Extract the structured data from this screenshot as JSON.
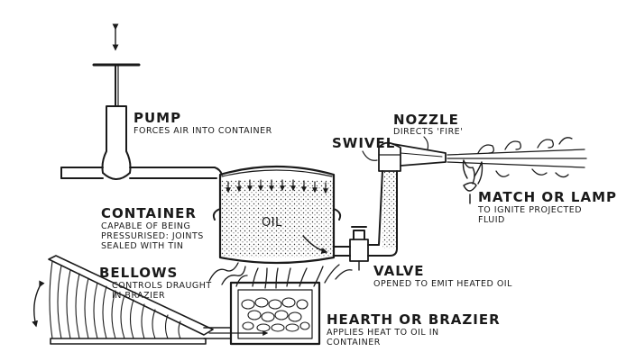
{
  "labels": {
    "pump": {
      "title": "PUMP",
      "desc": [
        "FORCES AIR INTO CONTAINER"
      ]
    },
    "nozzle": {
      "title": "NOZZLE",
      "desc": [
        "DIRECTS 'FIRE'"
      ]
    },
    "swivel": {
      "title": "SWIVEL"
    },
    "container": {
      "title": "CONTAINER",
      "desc": [
        "CAPABLE OF BEING",
        "PRESSURISED: JOINTS",
        "SEALED WITH TIN"
      ]
    },
    "oil": {
      "title": "OIL"
    },
    "match": {
      "title": "MATCH OR LAMP",
      "desc": [
        "TO IGNITE PROJECTED",
        "FLUID"
      ]
    },
    "bellows": {
      "title": "BELLOWS",
      "desc": [
        "CONTROLS DRAUGHT",
        "IN BRAZIER"
      ]
    },
    "valve": {
      "title": "VALVE",
      "desc": [
        "OPENED TO EMIT HEATED OIL"
      ]
    },
    "hearth": {
      "title": "HEARTH OR BRAZIER",
      "desc": [
        "APPLIES HEAT TO OIL IN",
        "CONTAINER"
      ]
    }
  },
  "colors": {
    "ink": "#1a1a1a",
    "paper": "#ffffff"
  }
}
